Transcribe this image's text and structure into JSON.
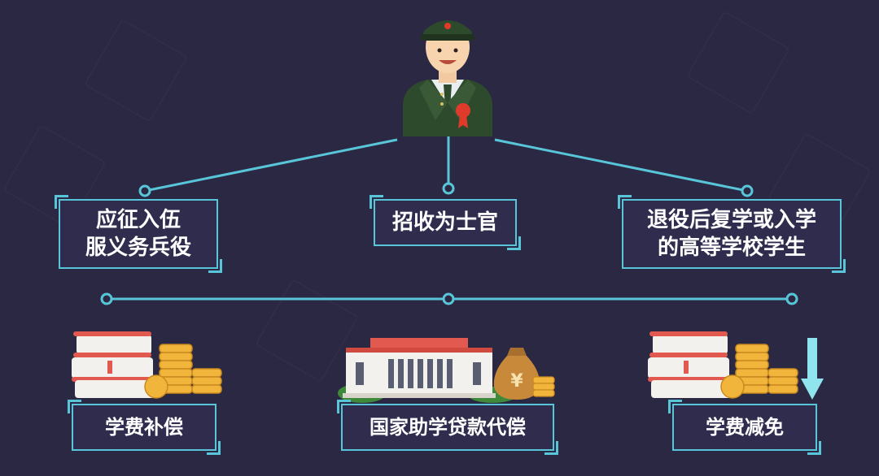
{
  "top_row": [
    {
      "lines": [
        "应征入伍",
        "服义务兵役"
      ]
    },
    {
      "lines": [
        "招收为士官"
      ]
    },
    {
      "lines": [
        "退役后复学或入学",
        "的高等学校学生"
      ]
    }
  ],
  "bottom_row": [
    {
      "label": "学费补偿"
    },
    {
      "label": "国家助学贷款代偿"
    },
    {
      "label": "学费减免"
    }
  ],
  "icons": {
    "soldier": "soldier-icon",
    "books_coins": "books-coins-icon",
    "building_moneybag": "building-moneybag-icon",
    "down_arrow": "down-arrow-icon"
  },
  "colors": {
    "background": "#2b2844",
    "accent": "#58c6d8",
    "coin": "#f2b53c",
    "uniform": "#2e4a2c"
  }
}
